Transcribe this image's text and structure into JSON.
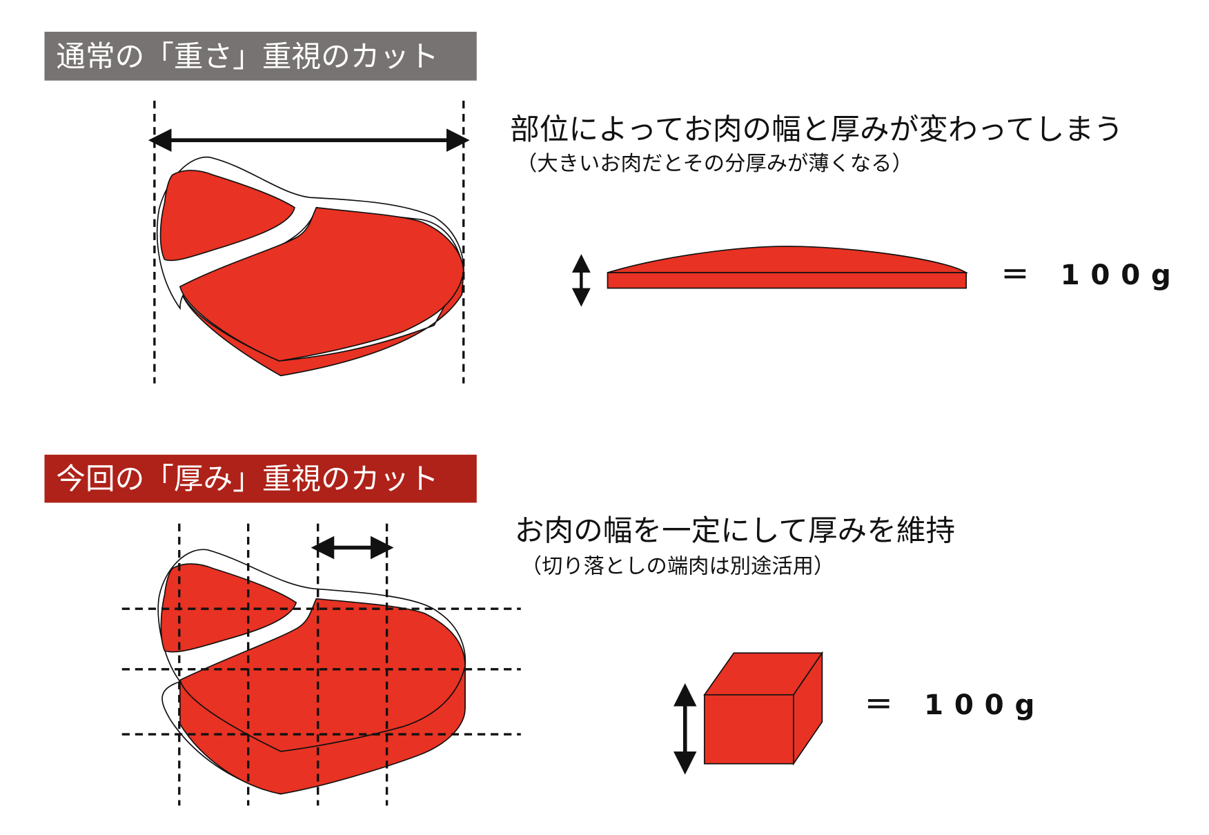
{
  "colors": {
    "header_gray": "#777372",
    "header_red": "#ae2219",
    "meat": "#e83223"
  },
  "section_normal": {
    "header": "通常の「重さ」重視のカット",
    "title": "部位によってお肉の幅と厚みが変わってしまう",
    "subtitle": "（大きいお肉だとその分厚みが薄くなる）",
    "weight": "＝ 100g"
  },
  "section_thick": {
    "header": "今回の「厚み」重視のカット",
    "title": "お肉の幅を一定にして厚みを維持",
    "subtitle": "（切り落としの端肉は別途活用）",
    "weight": "＝ 100g"
  }
}
